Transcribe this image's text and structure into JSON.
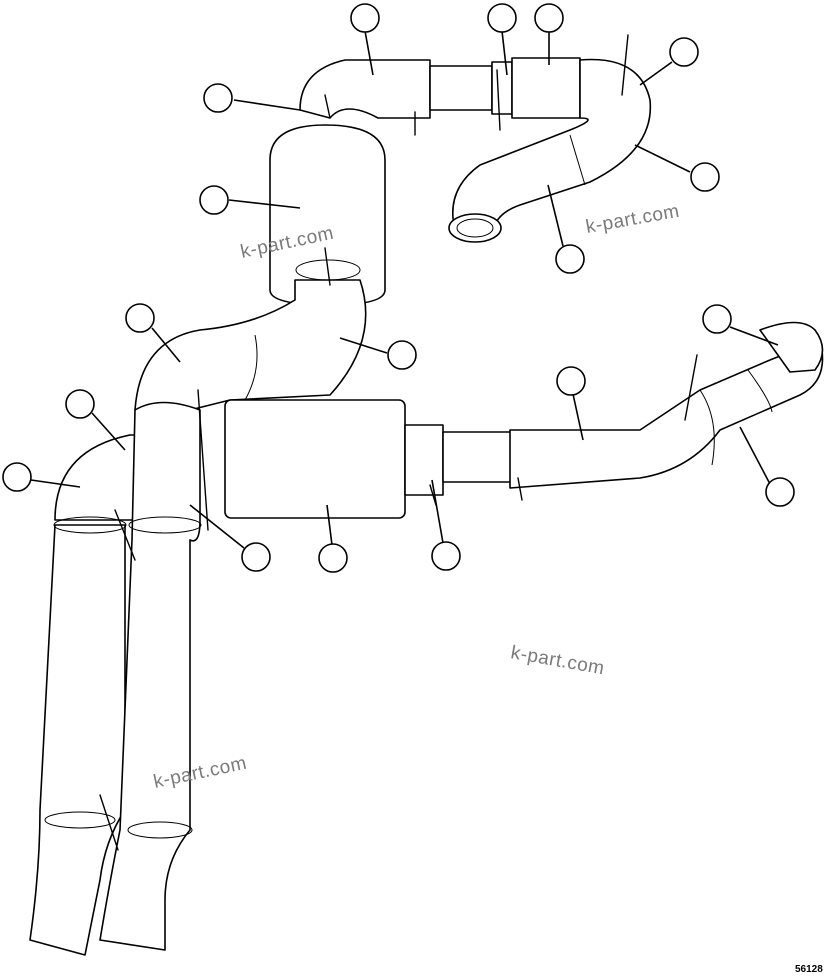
{
  "figure_number": "56128",
  "watermark_text": "k-part.com",
  "watermarks": [
    {
      "id": "wm-1"
    },
    {
      "id": "wm-2"
    },
    {
      "id": "wm-3"
    },
    {
      "id": "wm-4"
    }
  ],
  "callouts": [
    {
      "id": "c1"
    },
    {
      "id": "c2"
    },
    {
      "id": "c3"
    },
    {
      "id": "c4"
    },
    {
      "id": "c5"
    },
    {
      "id": "c6"
    },
    {
      "id": "c7"
    },
    {
      "id": "c8"
    },
    {
      "id": "c9"
    },
    {
      "id": "c10"
    },
    {
      "id": "c11"
    },
    {
      "id": "c12"
    },
    {
      "id": "c13"
    },
    {
      "id": "c14"
    },
    {
      "id": "c15"
    },
    {
      "id": "c16"
    },
    {
      "id": "c17"
    },
    {
      "id": "c18"
    },
    {
      "id": "c19"
    },
    {
      "id": "c20"
    }
  ],
  "colors": {
    "line": "#000000",
    "watermark": "#7a7a7a",
    "background": "#ffffff"
  }
}
